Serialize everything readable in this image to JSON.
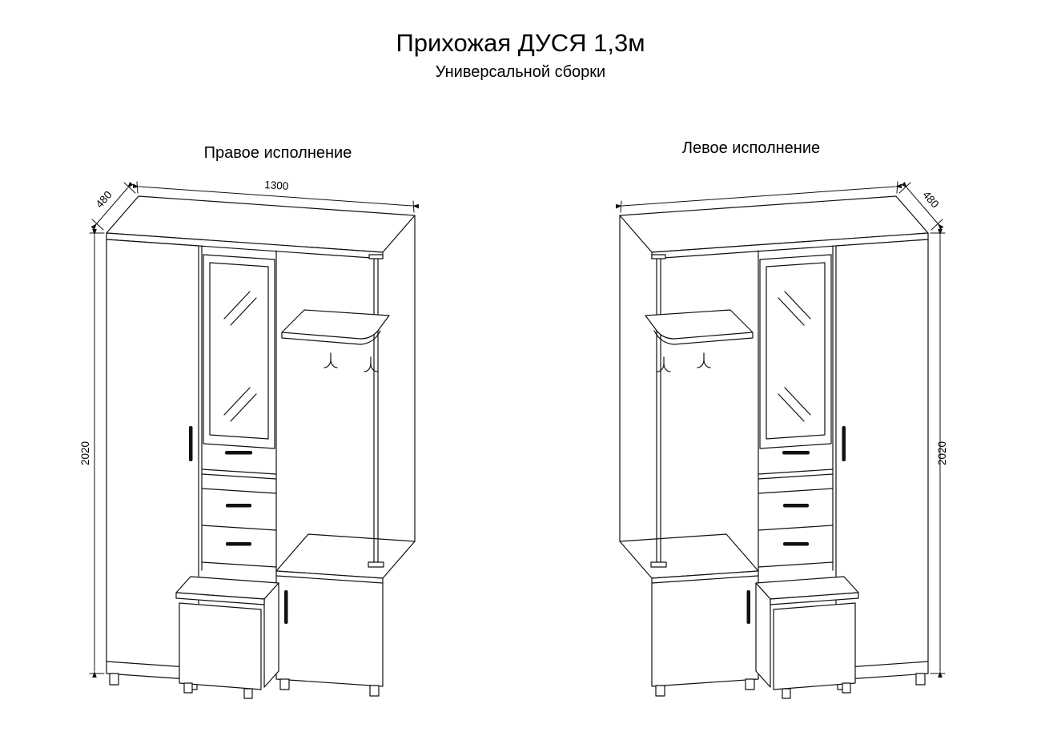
{
  "title": "Прихожая ДУСЯ 1,3м",
  "subtitle": "Универсальной сборки",
  "views": {
    "right_version": {
      "label": "Правое исполнение",
      "dim_width": "1300",
      "dim_depth": "480",
      "dim_height": "2020"
    },
    "left_version": {
      "label": "Левое исполнение",
      "dim_depth": "480",
      "dim_height": "2020"
    }
  },
  "colors": {
    "line": "#111111",
    "background": "#ffffff"
  }
}
